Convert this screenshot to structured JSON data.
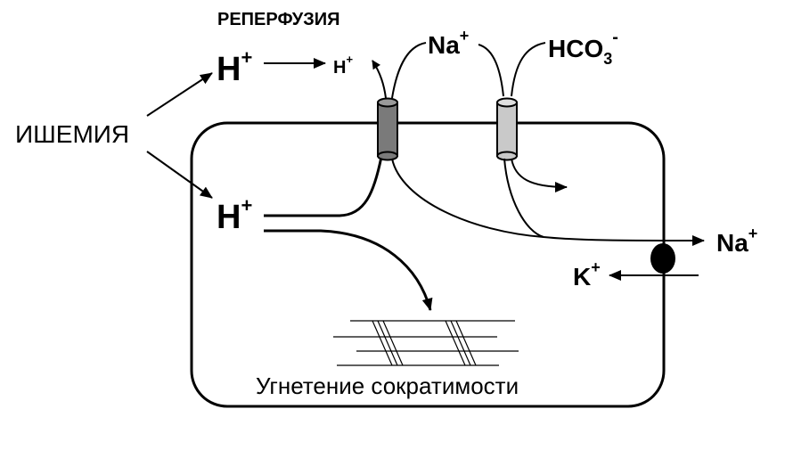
{
  "labels": {
    "reperfusion": "РЕПЕРФУЗИЯ",
    "ischemia": "ИШЕМИЯ",
    "contractility": "Угнетение сократимости"
  },
  "ions": {
    "h_plus_big": "H",
    "h_plus_small": "H",
    "h_plus_cell": "H",
    "na_top": "Na",
    "hco3": "HCO",
    "hco3_sub": "3",
    "na_right": "Na",
    "k_left": "K",
    "plus": "+",
    "minus": "-"
  },
  "colors": {
    "exchanger_dark": "#7a7a7a",
    "exchanger_light": "#c9c9c9",
    "pump": "#000000"
  }
}
